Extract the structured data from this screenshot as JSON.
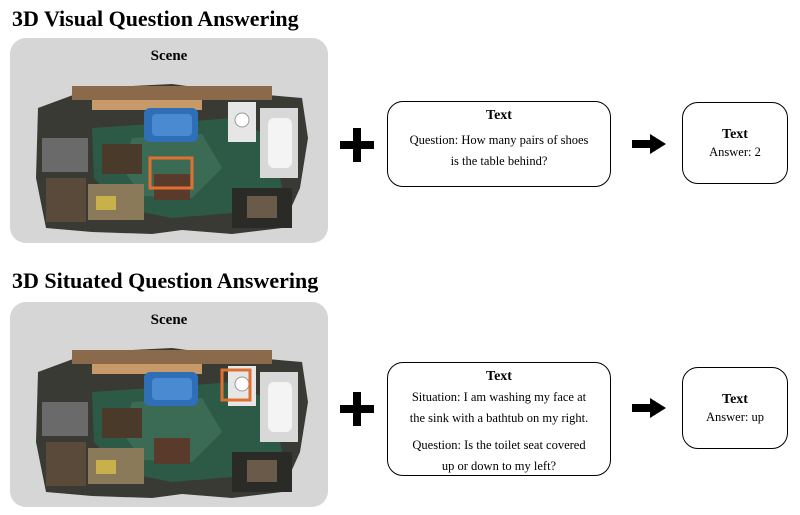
{
  "vqa": {
    "title": "3D Visual Question Answering",
    "scene_label": "Scene",
    "text_title": "Text",
    "text_lines": [
      "Question: How many pairs of shoes",
      "is the table behind?"
    ],
    "answer_title": "Text",
    "answer_text": "Answer: 2"
  },
  "sqa": {
    "title": "3D Situated Question Answering",
    "scene_label": "Scene",
    "text_title": "Text",
    "situation_lines": [
      "Situation: I am washing my face at",
      "the sink with a bathtub on my right."
    ],
    "question_lines": [
      "Question: Is the toilet seat covered",
      "up or down to my left?"
    ],
    "answer_title": "Text",
    "answer_text": "Answer: up"
  },
  "colors": {
    "panel": "#d6d6d6",
    "highlight": "#e07030"
  }
}
